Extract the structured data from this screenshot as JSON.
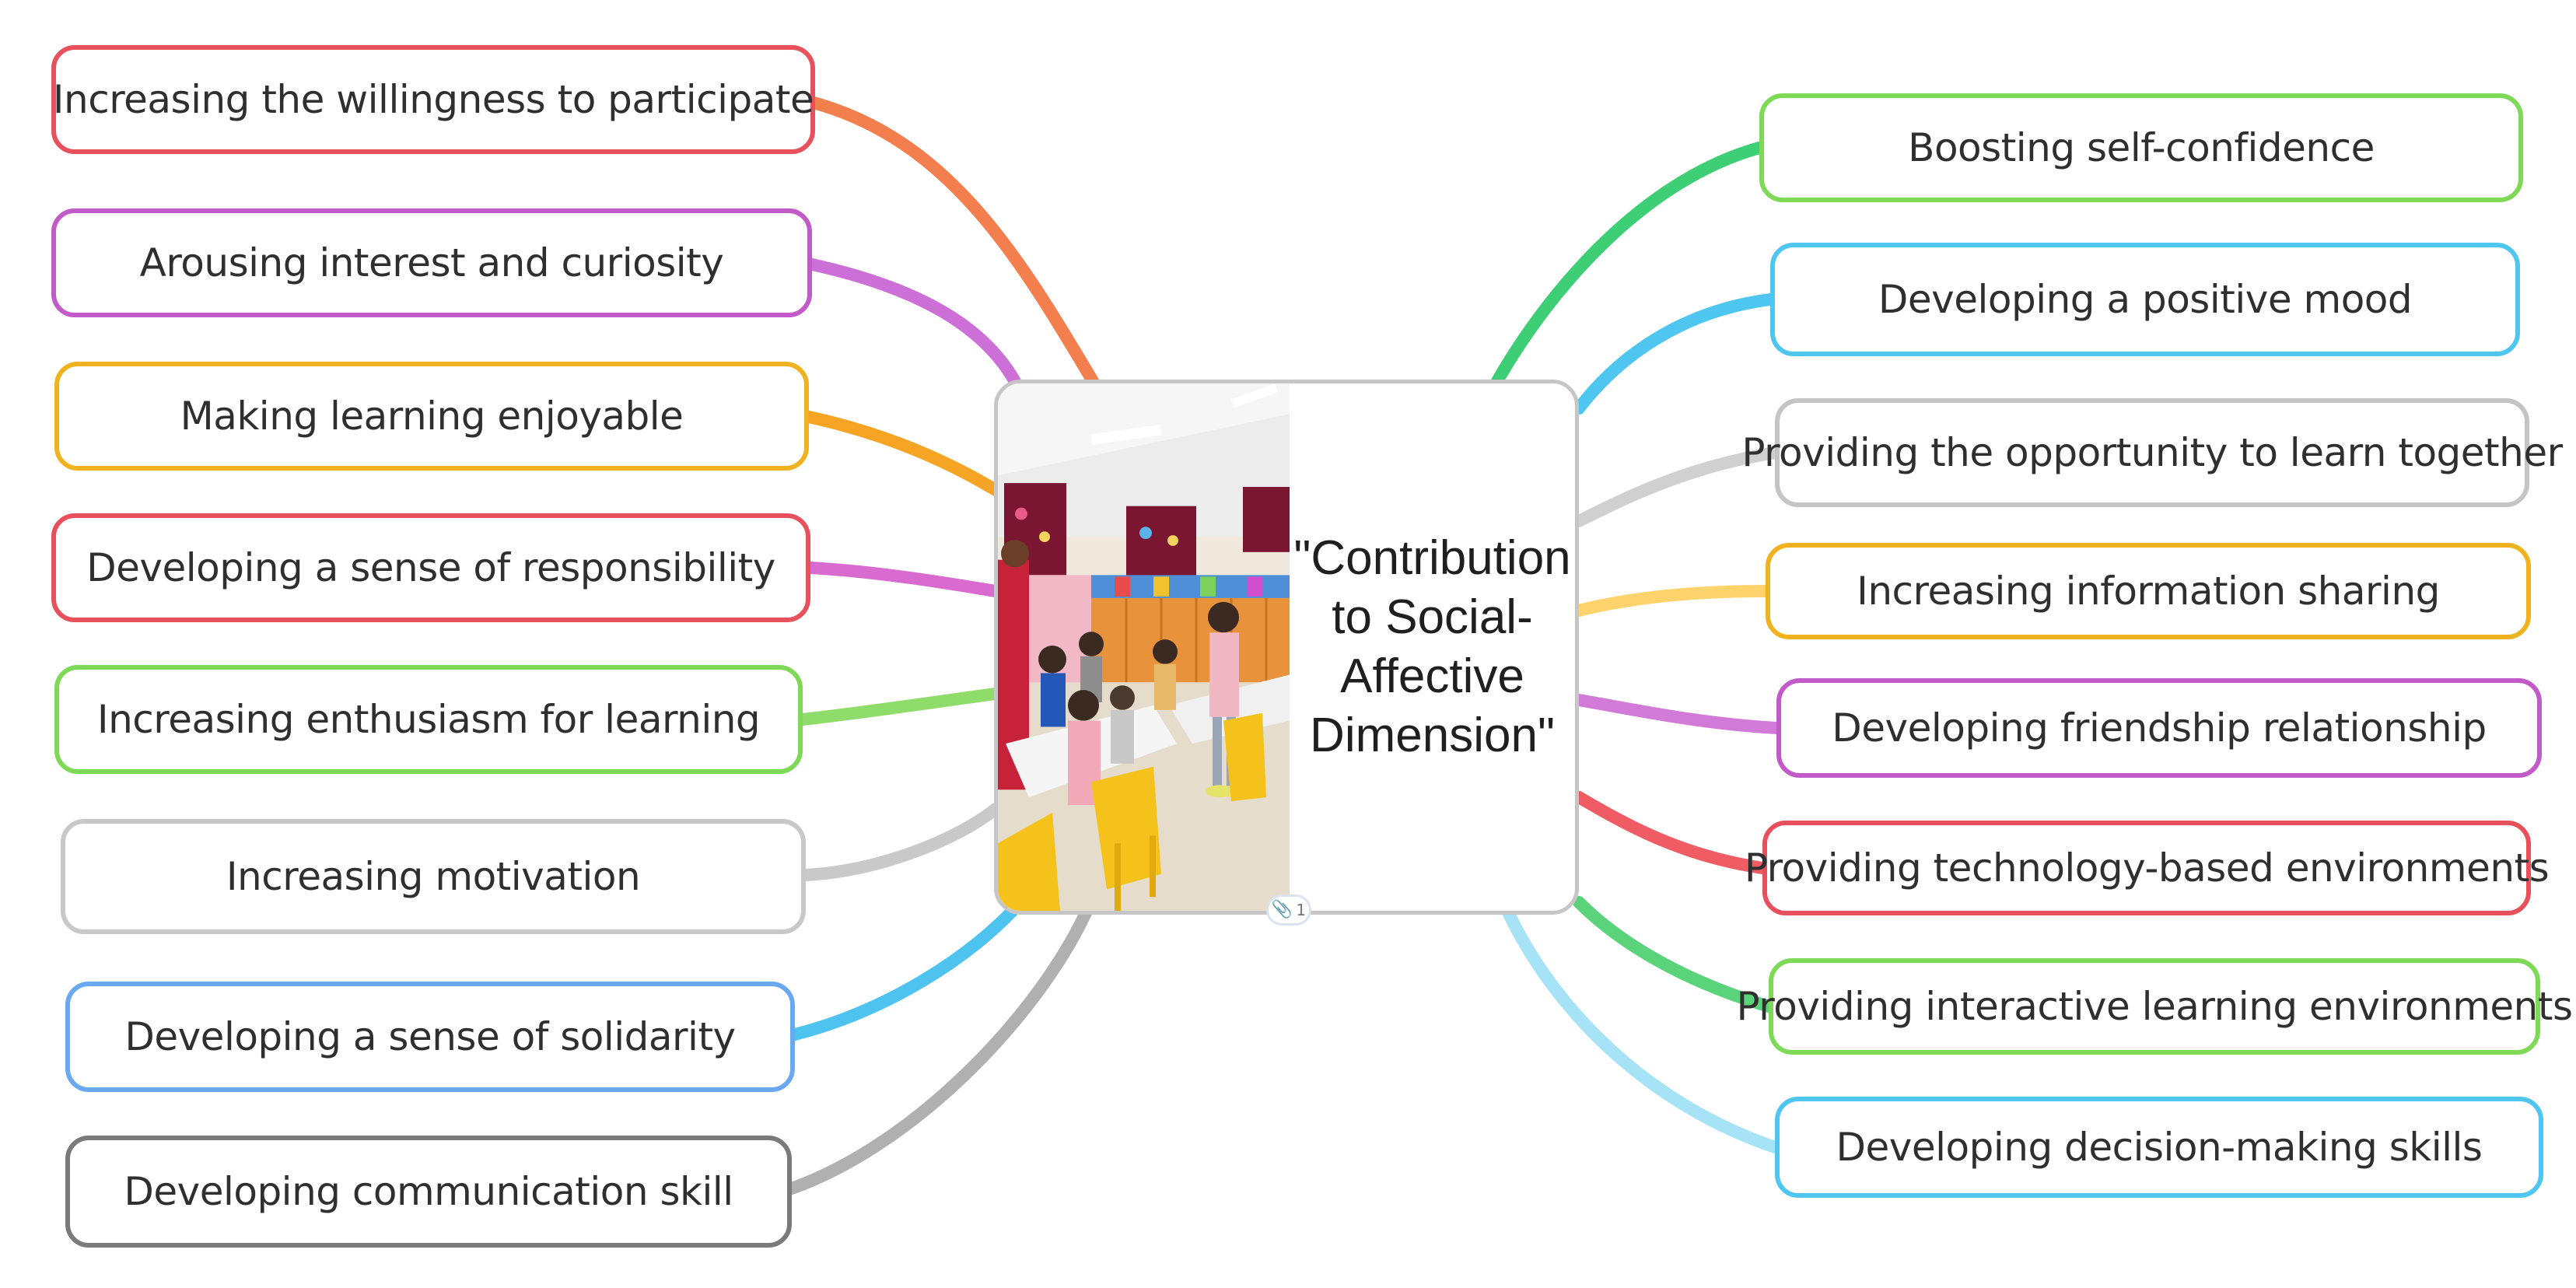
{
  "central_topic": {
    "title": "\"Contribution\nto Social-\nAffective\nDimension\"",
    "attachment_count": "1",
    "attachment_icon": "paperclip-icon"
  },
  "left_branches": [
    {
      "label": "Increasing the willingness to participate",
      "color": "#e8505b"
    },
    {
      "label": "Arousing interest and curiosity",
      "color": "#c25ac9"
    },
    {
      "label": "Making learning enjoyable",
      "color": "#f0b21e"
    },
    {
      "label": "Developing a sense of responsibility",
      "color": "#e8505b"
    },
    {
      "label": "Increasing enthusiasm for learning",
      "color": "#7ed957"
    },
    {
      "label": "Increasing motivation",
      "color": "#c8c8c8"
    },
    {
      "label": "Developing a sense of solidarity",
      "color": "#6aa9f2"
    },
    {
      "label": "Developing communication skill",
      "color": "#7a7a7a"
    }
  ],
  "right_branches": [
    {
      "label": "Boosting self-confidence",
      "color": "#7ed957"
    },
    {
      "label": "Developing a positive mood",
      "color": "#4ec6f0"
    },
    {
      "label": "Providing the opportunity to learn together",
      "color": "#c4c4c4"
    },
    {
      "label": "Increasing information sharing",
      "color": "#f0b21e"
    },
    {
      "label": "Developing friendship relationship",
      "color": "#c25ac9"
    },
    {
      "label": "Providing technology-based environments",
      "color": "#e8505b"
    },
    {
      "label": "Providing interactive learning environments",
      "color": "#7ed957"
    },
    {
      "label": "Developing decision-making skills",
      "color": "#4ec6f0"
    }
  ],
  "connector_colors": {
    "left": [
      "#f47f4e",
      "#cc6fd6",
      "#f5a523",
      "#d86ad0",
      "#8fdc6a",
      "#c9c9c9",
      "#4fc3f0",
      "#b0b0b0"
    ],
    "right": [
      "#3ecf76",
      "#4ec6f0",
      "#d0d0d0",
      "#ffd36b",
      "#d27ad8",
      "#f05c64",
      "#5ad37a",
      "#a6e3f6"
    ]
  }
}
